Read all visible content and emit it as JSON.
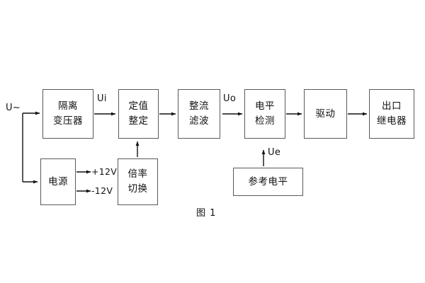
{
  "diagram": {
    "caption": "图 1",
    "blocks": [
      {
        "id": "isolation-transformer",
        "lines": [
          "隔离",
          "变压器"
        ]
      },
      {
        "id": "setting-value",
        "lines": [
          "定值",
          "整定"
        ]
      },
      {
        "id": "rectify-filter",
        "lines": [
          "整流",
          "滤波"
        ]
      },
      {
        "id": "level-detect",
        "lines": [
          "电平",
          "检测"
        ]
      },
      {
        "id": "drive",
        "lines": [
          "驱动"
        ]
      },
      {
        "id": "output-relay",
        "lines": [
          "出口",
          "继电器"
        ]
      },
      {
        "id": "power-supply",
        "lines": [
          "电源"
        ]
      },
      {
        "id": "multiplier-switch",
        "lines": [
          "倍率",
          "切换"
        ]
      },
      {
        "id": "reference-level",
        "lines": [
          "参考电平"
        ]
      }
    ],
    "signals": {
      "input": "U~",
      "ui": "Ui",
      "uo": "Uo",
      "ue": "Ue",
      "rail_positive": "+12V",
      "rail_negative": "-12V"
    }
  }
}
